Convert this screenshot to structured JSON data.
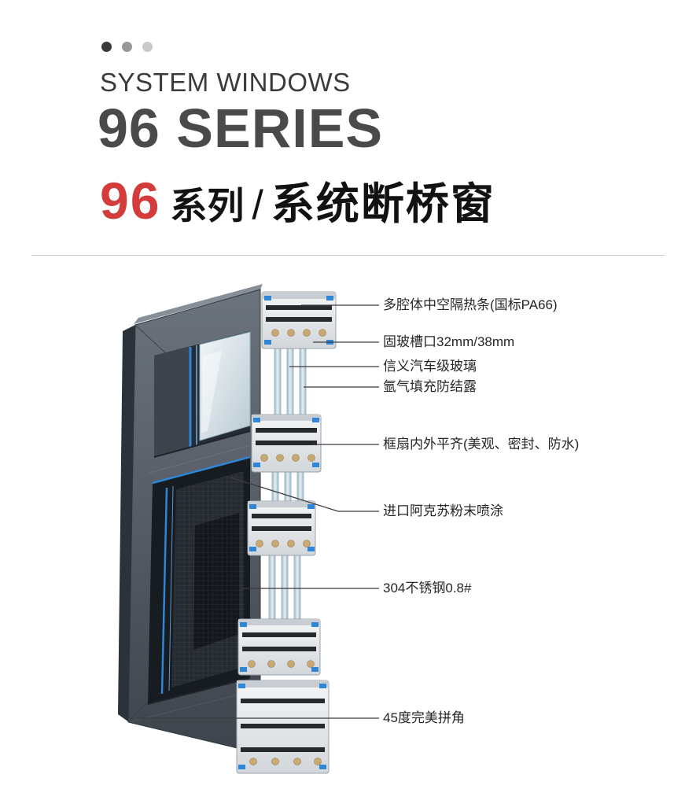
{
  "header": {
    "subtitle": "SYSTEM WINDOWS",
    "title": "96 SERIES",
    "cn": {
      "number": "96",
      "series": "系列",
      "slash": "/",
      "name": "系统断桥窗"
    }
  },
  "colors": {
    "accent_red": "#d43b3b",
    "frame_gray": "#565d66",
    "accent_blue": "#2f86d6",
    "glass_tint": "#d3dee4",
    "mesh_dark": "#22272c",
    "thermal_strip_tan": "#c8a873"
  },
  "diagram": {
    "callouts": [
      {
        "label": "多腔体中空隔热条(国标PA66)"
      },
      {
        "label": "固玻槽口32mm/38mm"
      },
      {
        "label": "信义汽车级玻璃"
      },
      {
        "label": "氩气填充防结露"
      },
      {
        "label": "框扇内外平齐(美观、密封、防水)"
      },
      {
        "label": "进口阿克苏粉末喷涂"
      },
      {
        "label": "304不锈钢0.8#"
      },
      {
        "label": "45度完美拼角"
      }
    ]
  }
}
